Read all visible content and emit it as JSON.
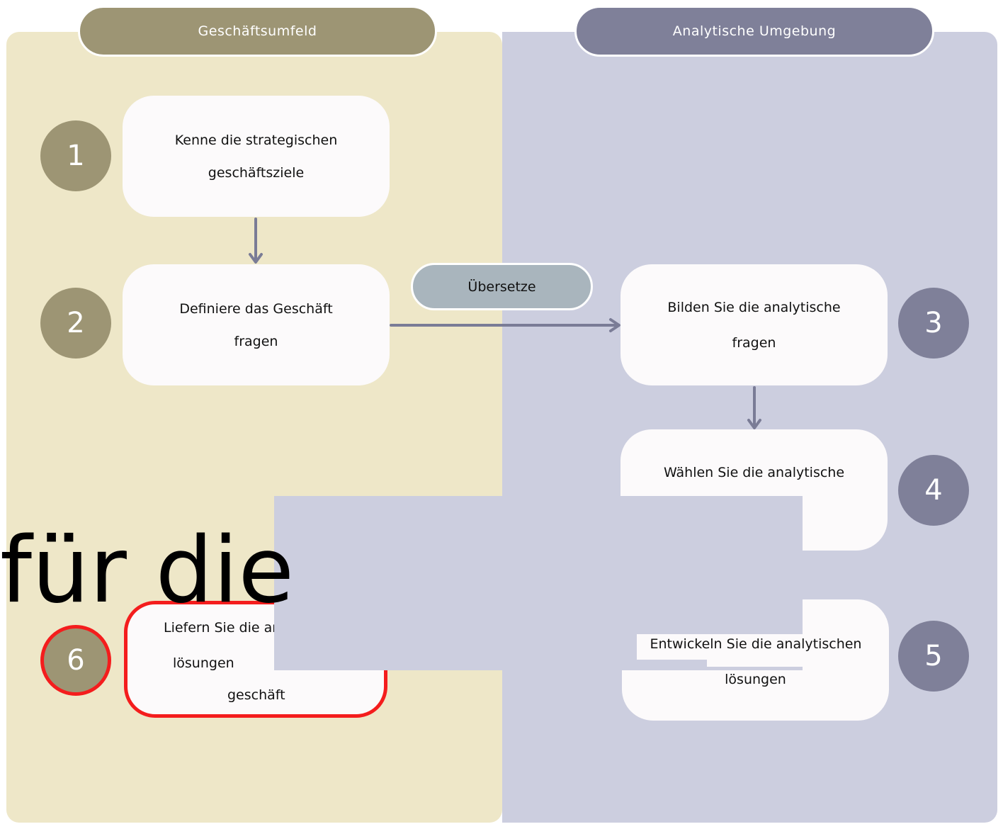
{
  "header": {
    "left": "Geschäftsumfeld",
    "right": "Analytische Umgebung"
  },
  "translate_label": "Übersetze",
  "steps": [
    {
      "num": "1",
      "line1": "Kenne die strategischen",
      "line2": "geschäftsziele"
    },
    {
      "num": "2",
      "line1": "Definiere das Geschäft",
      "line2": "fragen"
    },
    {
      "num": "3",
      "line1": "Bilden Sie die analytische",
      "line2": "fragen"
    },
    {
      "num": "4",
      "line1": "Wählen Sie die analytische"
    },
    {
      "num": "5",
      "line1": "Entwickeln Sie die analytischen",
      "line2": "lösungen"
    },
    {
      "num": "6",
      "line1": "Liefern Sie die ar",
      "line2": "lösungen",
      "line3": "geschäft"
    }
  ],
  "overlay_text": "für die",
  "colors": {
    "business_panel": "#eee7c8",
    "analytics_panel": "#cccedf",
    "business_accent": "#9d9574",
    "analytics_accent": "#7f8099",
    "highlight": "#f41d1d",
    "arrow": "#7a7c96",
    "translate_pill": "#a9b5bd"
  }
}
